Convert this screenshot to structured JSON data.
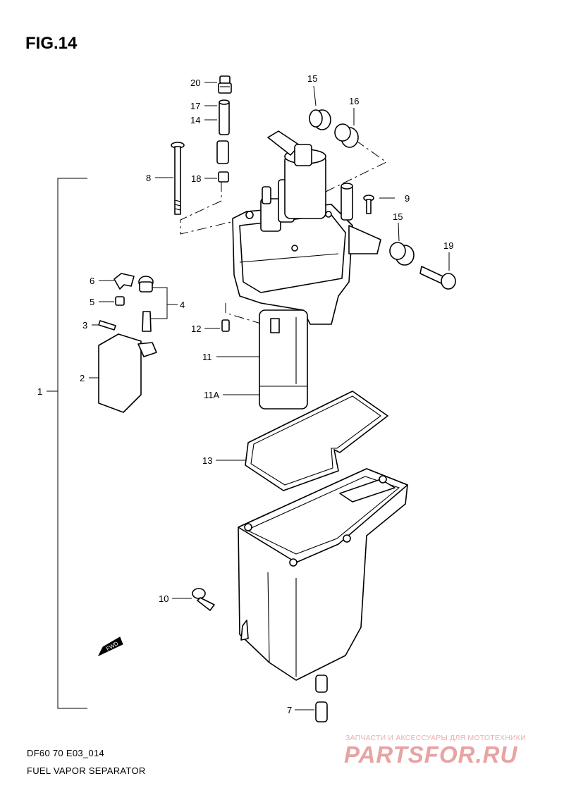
{
  "figure": {
    "title": "FIG.14",
    "code": "DF60 70 E03_014",
    "name": "FUEL VAPOR SEPARATOR"
  },
  "callouts": [
    "20",
    "17",
    "14",
    "8",
    "18",
    "15",
    "16",
    "9",
    "15",
    "19",
    "6",
    "4",
    "5",
    "3",
    "12",
    "11",
    "2",
    "1",
    "11A",
    "13",
    "10",
    "7"
  ],
  "fwd_marker": "FWD",
  "watermark": {
    "tagline": "ЗАПЧАСТИ И АКСЕССУАРЫ ДЛЯ МОТОТЕХНИКИ",
    "brand": "PARTSFOR.RU",
    "color": "#e8a3a3"
  }
}
